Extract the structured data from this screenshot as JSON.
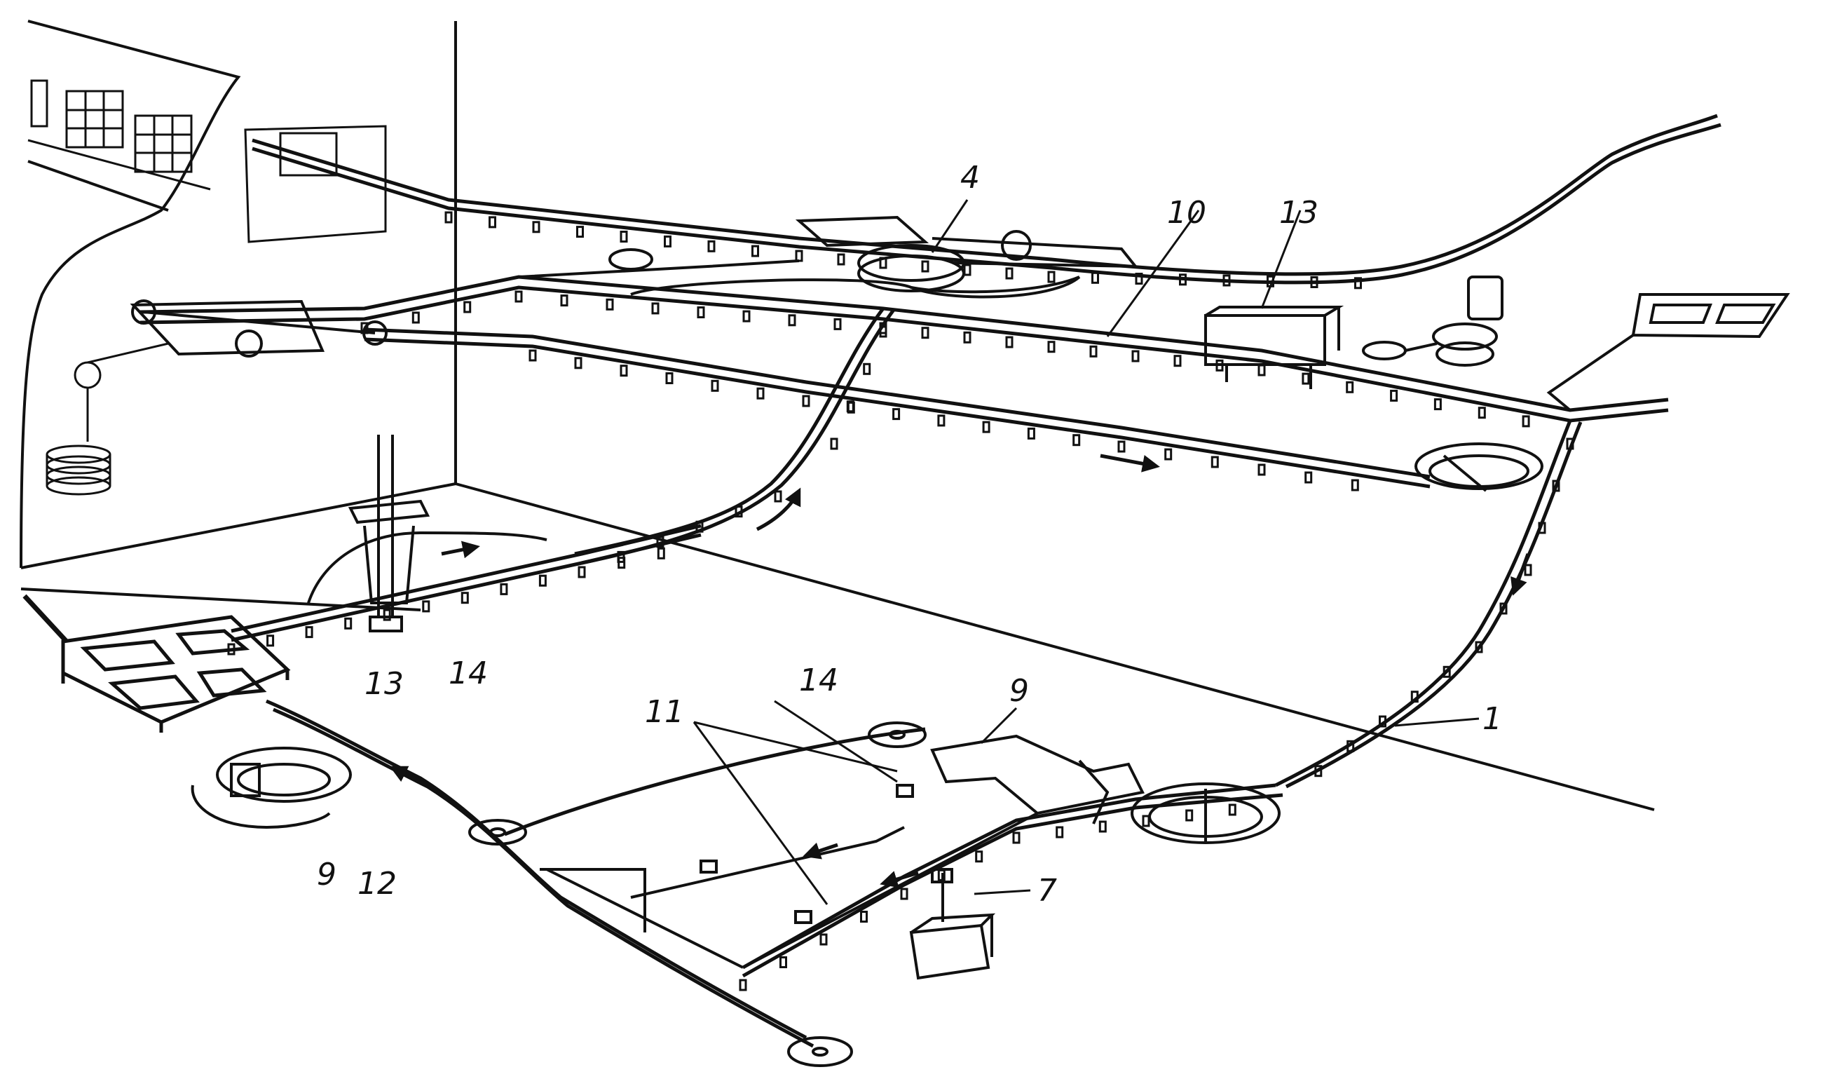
{
  "figure": {
    "labels": [
      {
        "id": "label-4",
        "text": "4"
      },
      {
        "id": "label-10",
        "text": "10"
      },
      {
        "id": "label-13-top",
        "text": "13"
      },
      {
        "id": "label-13-left",
        "text": "13"
      },
      {
        "id": "label-14-left",
        "text": "14"
      },
      {
        "id": "label-14-mid",
        "text": "14"
      },
      {
        "id": "label-11",
        "text": "11"
      },
      {
        "id": "label-9-right",
        "text": "9"
      },
      {
        "id": "label-9-left",
        "text": "9"
      },
      {
        "id": "label-12",
        "text": "12"
      },
      {
        "id": "label-7",
        "text": "7"
      },
      {
        "id": "label-1",
        "text": "1"
      }
    ],
    "colors": {
      "ink": "#111111",
      "paper": "#ffffff"
    },
    "icons": [
      "counterweight-icon",
      "drive-unit-icon",
      "motor-icon",
      "direction-arrow-icon"
    ]
  }
}
